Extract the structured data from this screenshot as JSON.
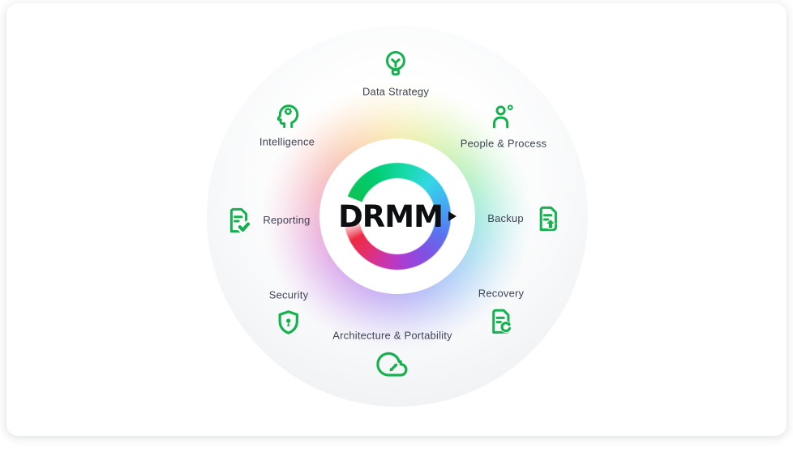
{
  "colors": {
    "accent_green": "#14b24e",
    "label_text": "#3e4356",
    "logo_text": "#0d0e12",
    "outer_circle_edge": "#e9ebee",
    "ring_colors": [
      "#0ec255",
      "#17d9a8",
      "#33d7e6",
      "#46a5f4",
      "#5a74f0",
      "#7f51e5",
      "#a83ed2",
      "#cd34a8",
      "#e62e66",
      "#ec2a42"
    ]
  },
  "center": {
    "label": "DRMM",
    "arrow_icon": "play-arrow-icon"
  },
  "items": [
    {
      "label": "Data Strategy",
      "icon": "lightbulb-icon",
      "position": "top"
    },
    {
      "label": "People & Process",
      "icon": "person-gear-icon",
      "position": "top-right"
    },
    {
      "label": "Backup",
      "icon": "document-upload-icon",
      "position": "right"
    },
    {
      "label": "Recovery",
      "icon": "document-restore-icon",
      "position": "bottom-right"
    },
    {
      "label": "Architecture & Portability",
      "icon": "cloud-transfer-icon",
      "position": "bottom"
    },
    {
      "label": "Security",
      "icon": "shield-keyhole-icon",
      "position": "bottom-left"
    },
    {
      "label": "Reporting",
      "icon": "document-check-icon",
      "position": "left"
    },
    {
      "label": "Intelligence",
      "icon": "head-gear-icon",
      "position": "top-left"
    }
  ]
}
